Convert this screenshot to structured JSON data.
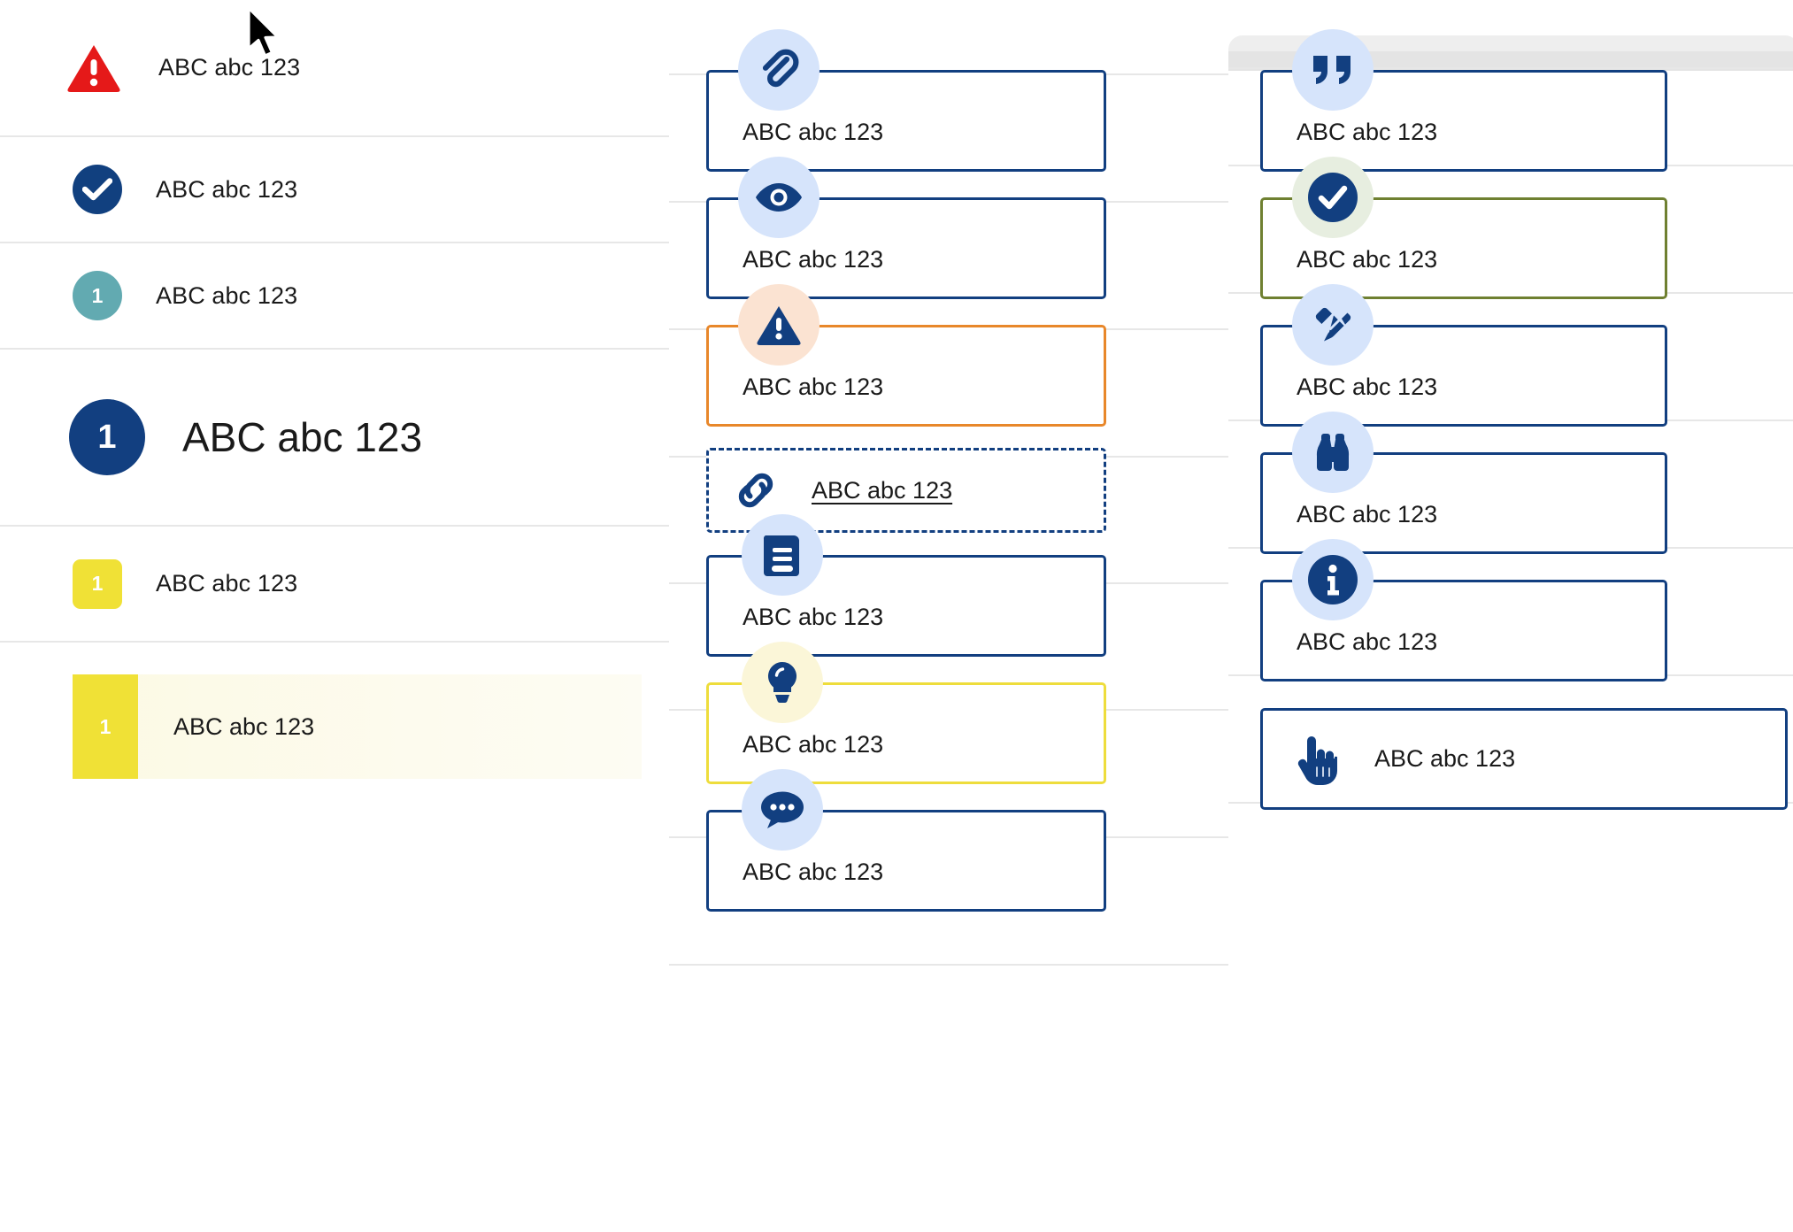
{
  "colors": {
    "navy": "#123f80",
    "red": "#e51919",
    "teal": "#62aab1",
    "yellow": "#f0e136",
    "orange": "#e8872a",
    "olive": "#6f8031",
    "yellow_border": "#eedd3c",
    "bubble_blue": "#d6e4fb",
    "bubble_peach": "#fbe3d2",
    "bubble_mint": "#e7eee0",
    "bubble_cream": "#fbf6d8",
    "highlight_bg": "#fcf9e4",
    "divider": "#e7e7e7",
    "backdrop": "#eeeeee"
  },
  "sidebar": {
    "items": [
      {
        "icon": "warning-triangle-icon",
        "badge": "",
        "label": "ABC abc 123",
        "style": "red-triangle"
      },
      {
        "icon": "check-circle-icon",
        "badge": "",
        "label": "ABC abc 123",
        "style": "navy-circle"
      },
      {
        "icon": "number-badge-icon",
        "badge": "1",
        "label": "ABC abc 123",
        "style": "teal-circle"
      },
      {
        "icon": "number-badge-icon",
        "badge": "1",
        "label": "ABC abc 123",
        "style": "navy-circle-large"
      },
      {
        "icon": "number-badge-icon",
        "badge": "1",
        "label": "ABC abc 123",
        "style": "yellow-square"
      },
      {
        "icon": "number-badge-icon",
        "badge": "1",
        "label": "ABC abc 123",
        "style": "yellow-highlight"
      }
    ]
  },
  "middle_column": {
    "cards": [
      {
        "icon": "paperclip-icon",
        "bubble": "blue",
        "border": "navy",
        "label": "ABC abc 123"
      },
      {
        "icon": "eye-icon",
        "bubble": "blue",
        "border": "navy",
        "label": "ABC abc 123"
      },
      {
        "icon": "warning-triangle-icon",
        "bubble": "peach",
        "border": "orange",
        "label": "ABC abc 123"
      },
      {
        "icon": "link-icon",
        "bubble": "none",
        "border": "dashed",
        "label": "ABC abc 123"
      },
      {
        "icon": "book-icon",
        "bubble": "blue",
        "border": "navy",
        "label": "ABC abc 123"
      },
      {
        "icon": "lightbulb-icon",
        "bubble": "cream",
        "border": "yellow",
        "label": "ABC abc 123"
      },
      {
        "icon": "chat-bubble-icon",
        "bubble": "blue",
        "border": "navy",
        "label": "ABC abc 123"
      }
    ]
  },
  "right_column": {
    "cards": [
      {
        "icon": "quote-icon",
        "bubble": "blue",
        "border": "navy",
        "label": "ABC abc 123"
      },
      {
        "icon": "check-circle-icon",
        "bubble": "mint",
        "border": "olive",
        "label": "ABC abc 123"
      },
      {
        "icon": "pencil-icon",
        "bubble": "blue",
        "border": "navy",
        "label": "ABC abc 123"
      },
      {
        "icon": "binoculars-icon",
        "bubble": "blue",
        "border": "navy",
        "label": "ABC abc 123"
      },
      {
        "icon": "info-icon",
        "bubble": "blue",
        "border": "navy",
        "label": "ABC abc 123"
      },
      {
        "icon": "hand-pointer-icon",
        "bubble": "none",
        "border": "navy",
        "label": "ABC abc 123"
      }
    ]
  },
  "cursor": {
    "icon": "mouse-pointer-icon"
  }
}
